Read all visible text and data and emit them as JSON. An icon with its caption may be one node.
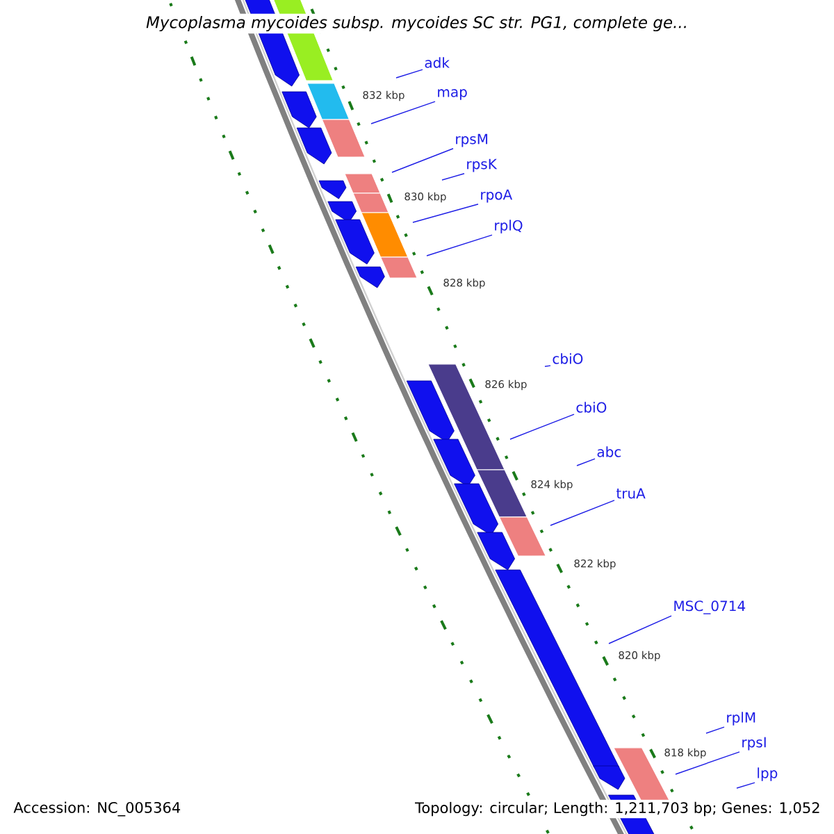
{
  "diagram": {
    "title": "Mycoplasma mycoides subsp. mycoides SC str. PG1, complete ge...",
    "nodes": [
      {
        "text": [
          "adk"
        ]
      },
      {
        "text": [
          "map"
        ]
      },
      {
        "text": [
          "rpsM"
        ]
      },
      {
        "text": [
          "rpsK"
        ]
      },
      {
        "text": [
          "rpoA"
        ]
      },
      {
        "text": [
          "rplQ"
        ]
      },
      {
        "text": [
          "cbiO"
        ]
      },
      {
        "text": [
          "cbiO"
        ]
      },
      {
        "text": [
          "abc"
        ]
      },
      {
        "text": [
          "truA"
        ]
      },
      {
        "text": [
          "MSC_0714"
        ]
      },
      {
        "text": [
          "rplM"
        ]
      },
      {
        "text": [
          "rpsI"
        ]
      },
      {
        "text": [
          "lpp"
        ]
      }
    ],
    "edges": [
      {
        "from": 0,
        "to": null,
        "arrow": "none"
      },
      {
        "from": 1,
        "to": null,
        "arrow": "none"
      },
      {
        "from": 2,
        "to": null,
        "arrow": "none"
      },
      {
        "from": 3,
        "to": null,
        "arrow": "none"
      },
      {
        "from": 4,
        "to": null,
        "arrow": "none"
      },
      {
        "from": 5,
        "to": null,
        "arrow": "none"
      },
      {
        "from": 6,
        "to": null,
        "arrow": "none"
      },
      {
        "from": 7,
        "to": null,
        "arrow": "none"
      },
      {
        "from": 8,
        "to": null,
        "arrow": "none"
      },
      {
        "from": 9,
        "to": null,
        "arrow": "none"
      },
      {
        "from": 10,
        "to": null,
        "arrow": "none"
      },
      {
        "from": 11,
        "to": null,
        "arrow": "none"
      },
      {
        "from": 12,
        "to": null,
        "arrow": "none"
      },
      {
        "from": 13,
        "to": null,
        "arrow": "none"
      }
    ],
    "labels": [
      "832 kbp",
      "830 kbp",
      "828 kbp",
      "826 kbp",
      "824 kbp",
      "822 kbp",
      "820 kbp",
      "818 kbp",
      "Accession: NC_005364",
      "Topology: circular; Length: 1,211,703 bp; Genes: 1,052"
    ]
  }
}
